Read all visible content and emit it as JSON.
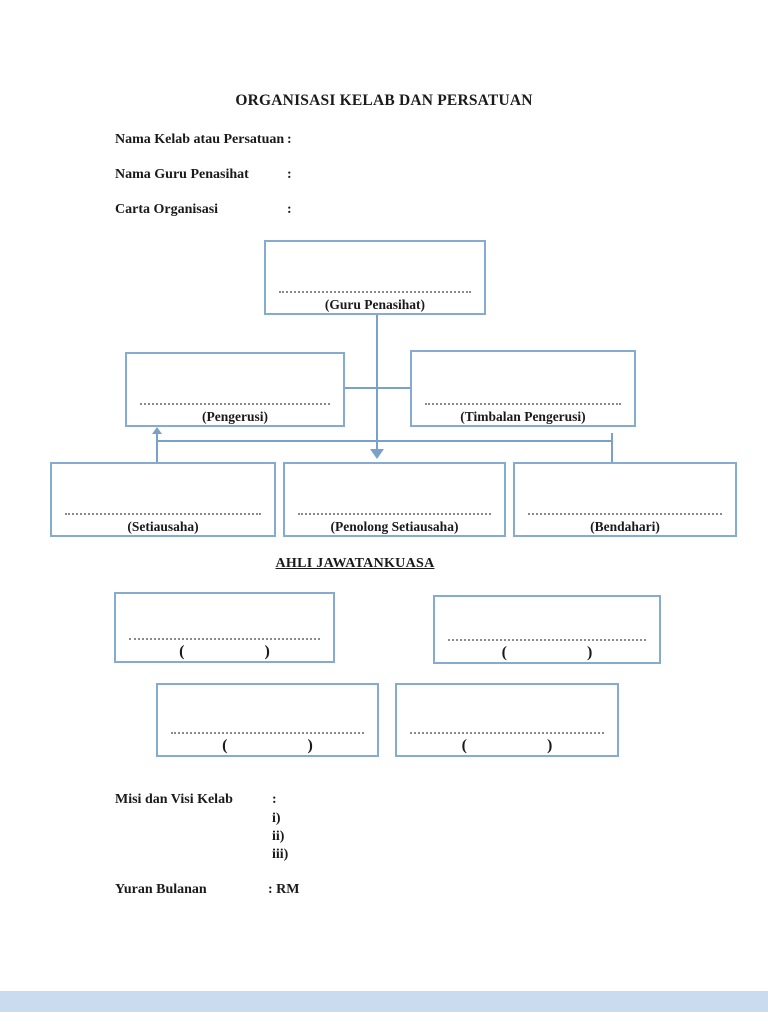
{
  "document": {
    "title": "ORGANISASI KELAB DAN PERSATUAN",
    "fields": [
      {
        "label": "Nama Kelab atau Persatuan",
        "separator": ":"
      },
      {
        "label": "Nama Guru Penasihat",
        "separator": ":"
      },
      {
        "label": "Carta Organisasi",
        "separator": ":"
      }
    ],
    "org_chart": {
      "advisor": {
        "label": "(Guru Penasihat)"
      },
      "chairman": {
        "label": "(Pengerusi)"
      },
      "deputy_chairman": {
        "label": "(Timbalan Pengerusi)"
      },
      "secretary": {
        "label": "(Setiausaha)"
      },
      "assistant_secretary": {
        "label": "(Penolong Setiausaha)"
      },
      "treasurer": {
        "label": "(Bendahari)"
      }
    },
    "committee": {
      "heading": "AHLI JAWATANKUASA",
      "paren_open": "(",
      "paren_close": ")"
    },
    "mission": {
      "label": "Misi dan Visi Kelab",
      "separator": ":",
      "items": [
        "i)",
        "ii)",
        "iii)"
      ]
    },
    "fee": {
      "label": "Yuran Bulanan",
      "separator": ": RM"
    }
  },
  "colors": {
    "box_border": "#85abd1",
    "connector_line": "#7aa2c8",
    "dotted_line": "#8a8a8a",
    "footer_bar": "#c9dcef"
  }
}
